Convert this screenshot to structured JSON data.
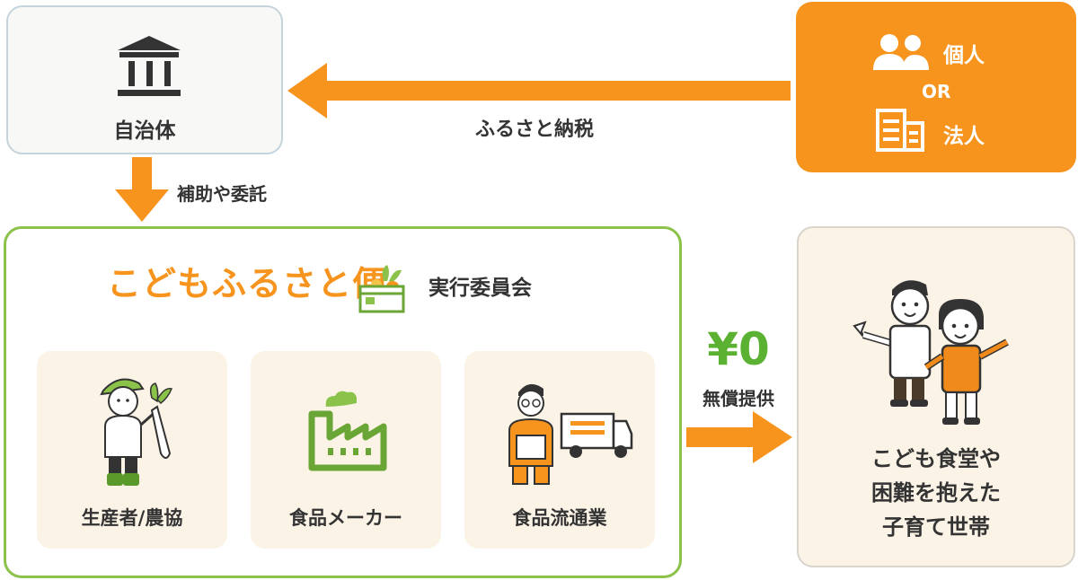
{
  "government": {
    "label": "自治体",
    "icon": "government-building-icon"
  },
  "donors": {
    "individual": "個人",
    "or": "OR",
    "corporation": "法人",
    "individual_icon": "people-icon",
    "corporation_icon": "office-building-icon"
  },
  "flows": {
    "furusato_nozei": "ふるさと納税",
    "subsidy": "補助や委託",
    "free_price": "¥0",
    "free_provision": "無償提供"
  },
  "committee": {
    "logo_text": "こどもふるさと便",
    "logo_icon": "vegetable-box-icon",
    "title": "実行委員会",
    "members": [
      {
        "label": "生産者/農協",
        "icon": "farmer-icon"
      },
      {
        "label": "食品メーカー",
        "icon": "factory-icon"
      },
      {
        "label": "食品流通業",
        "icon": "delivery-worker-icon"
      }
    ]
  },
  "recipients": {
    "lines": [
      "こども食堂や",
      "困難を抱えた",
      "子育て世帯"
    ],
    "icon": "children-icon"
  },
  "colors": {
    "orange": "#f7941e",
    "green": "#8bc34a",
    "yen_green": "#5bb131",
    "cream": "#fbf3e6",
    "text": "#333333"
  }
}
